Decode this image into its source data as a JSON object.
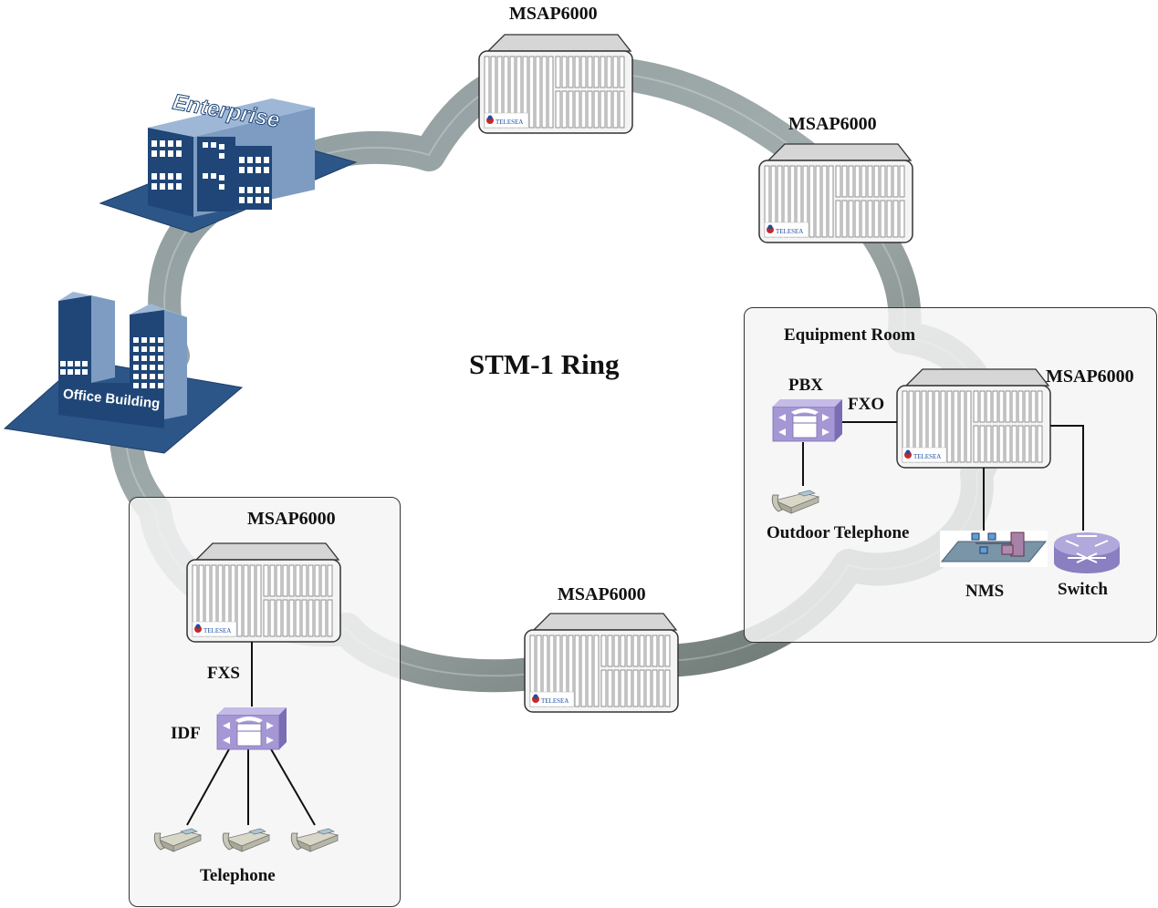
{
  "diagram": {
    "title": "STM-1 Ring",
    "ring": {
      "label": "STM-1 Ring",
      "color": "#8a9696"
    },
    "nodes": [
      {
        "id": "msap-top",
        "label": "MSAP6000",
        "brand": "TELESEA"
      },
      {
        "id": "msap-right",
        "label": "MSAP6000",
        "brand": "TELESEA"
      },
      {
        "id": "msap-equipment-room",
        "label": "MSAP6000",
        "brand": "TELESEA"
      },
      {
        "id": "msap-bottom",
        "label": "MSAP6000",
        "brand": "TELESEA"
      },
      {
        "id": "msap-left-box",
        "label": "MSAP6000",
        "brand": "TELESEA"
      }
    ],
    "buildings": [
      {
        "id": "enterprise",
        "label": "Enterprise"
      },
      {
        "id": "office-building",
        "label": "Office Building"
      }
    ],
    "equipment_room": {
      "title": "Equipment Room",
      "pbx": "PBX",
      "fxo": "FXO",
      "outdoor_telephone": "Outdoor Telephone",
      "nms": "NMS",
      "switch": "Switch"
    },
    "access_site": {
      "fxs": "FXS",
      "idf": "IDF",
      "telephone": "Telephone"
    },
    "colors": {
      "building_dark": "#1f4677",
      "building_light": "#7e9cc2",
      "device_purple": "#9a8cc8",
      "chassis_stroke": "#333333"
    }
  }
}
